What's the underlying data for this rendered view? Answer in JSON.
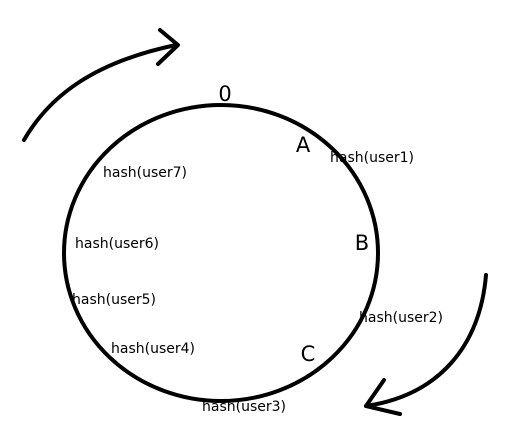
{
  "ring": {
    "origin_label": "0",
    "nodes": [
      {
        "id": "A",
        "label": "A"
      },
      {
        "id": "B",
        "label": "B"
      },
      {
        "id": "C",
        "label": "C"
      }
    ],
    "keys": [
      {
        "label": "hash(user1)"
      },
      {
        "label": "hash(user2)"
      },
      {
        "label": "hash(user3)"
      },
      {
        "label": "hash(user4)"
      },
      {
        "label": "hash(user5)"
      },
      {
        "label": "hash(user6)"
      },
      {
        "label": "hash(user7)"
      }
    ]
  },
  "direction": "clockwise",
  "colors": {
    "stroke": "#000000",
    "background": "#ffffff"
  }
}
